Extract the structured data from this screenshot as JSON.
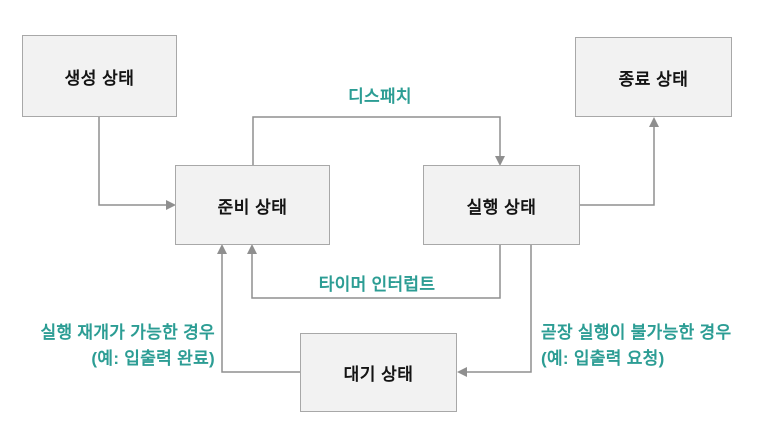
{
  "diagram": {
    "kind": "process-state-diagram",
    "states": {
      "created": {
        "label": "생성 상태"
      },
      "ready": {
        "label": "준비 상태"
      },
      "running": {
        "label": "실행 상태"
      },
      "terminated": {
        "label": "종료 상태"
      },
      "waiting": {
        "label": "대기 상태"
      }
    },
    "transitions": {
      "admit": {
        "from": "created",
        "to": "ready",
        "label": ""
      },
      "dispatch": {
        "from": "ready",
        "to": "running",
        "label": "디스패치"
      },
      "timer_interrupt": {
        "from": "running",
        "to": "ready",
        "label": "타이머 인터럽트"
      },
      "exit": {
        "from": "running",
        "to": "terminated",
        "label": ""
      },
      "block": {
        "from": "running",
        "to": "waiting",
        "label_line1": "곧장 실행이 불가능한 경우",
        "label_line2": "(예: 입출력 요청)"
      },
      "wakeup": {
        "from": "waiting",
        "to": "ready",
        "label_line1": "실행 재개가 가능한 경우",
        "label_line2": "(예: 입출력 완료)"
      }
    },
    "colors": {
      "box_fill": "#f2f2f2",
      "box_border": "#a8a8a8",
      "connector": "#8f8f8f",
      "accent_teal": "#2c9d94",
      "text": "#141414",
      "background": "#ffffff"
    }
  }
}
